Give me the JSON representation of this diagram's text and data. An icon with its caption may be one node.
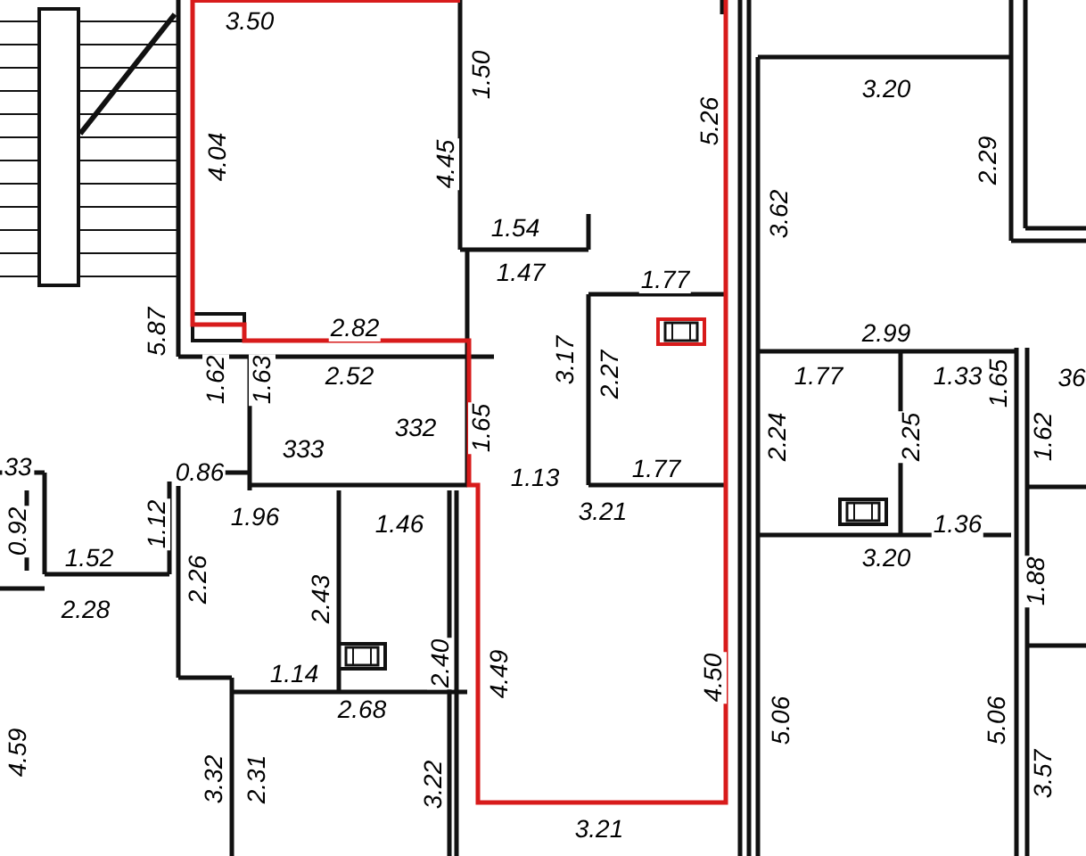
{
  "diagram": {
    "labels": [
      "3.50",
      "3.20",
      "1.50",
      "5.26",
      "4.04",
      "4.45",
      "2.29",
      "3.62",
      "1.54",
      "1.47",
      "1.77",
      "2.82",
      "5.87",
      "2.99",
      "2.52",
      "1.62",
      "1.63",
      "3.17",
      "2.27",
      "1.77",
      "1.33",
      "1.65",
      "36",
      "332",
      "1.65",
      "2.24",
      "2.25",
      "1.62",
      "333",
      "33",
      "0.86",
      "1.13",
      "1.77",
      "0.92",
      "1.12",
      "1.96",
      "1.46",
      "3.21",
      "1.36",
      "1.52",
      "3.20",
      "2.28",
      "2.26",
      "2.43",
      "1.88",
      "2.40",
      "4.49",
      "4.50",
      "1.14",
      "2.68",
      "5.06",
      "5.06",
      "4.59",
      "3.32",
      "2.31",
      "3.22",
      "3.57",
      "3.21"
    ]
  }
}
